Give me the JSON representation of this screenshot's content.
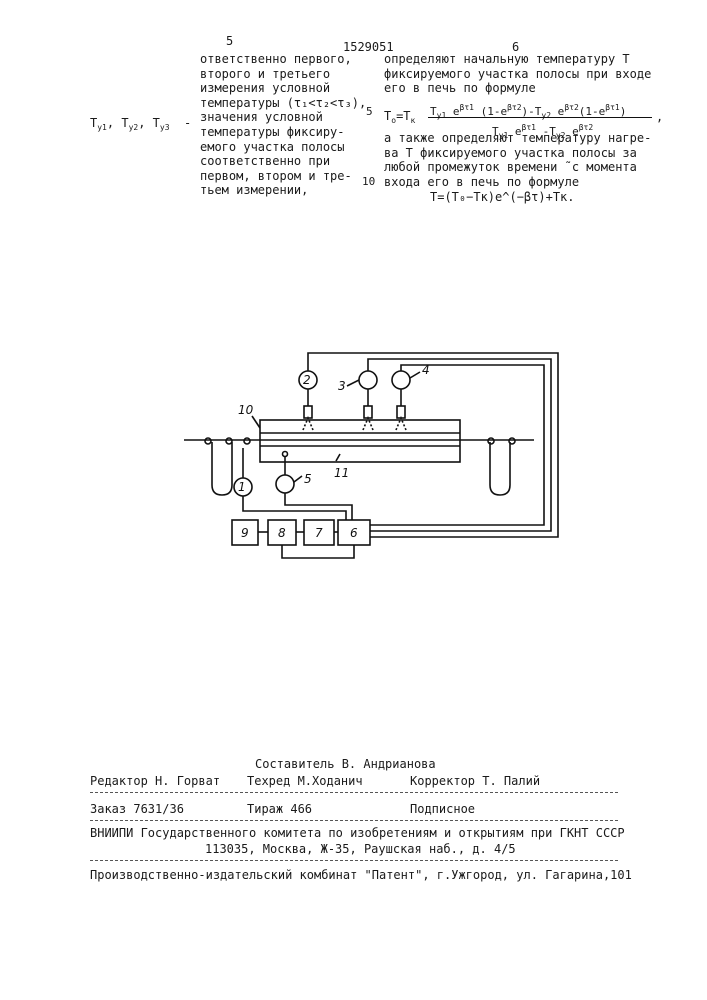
{
  "header": {
    "page_left": "5",
    "patent_no": "1529051",
    "page_right": "6"
  },
  "left_column": {
    "lines": [
      "ответственно первого,",
      "второго и третьего",
      "измерения условной",
      "температуры (τ₁<τ₂<τ₃),",
      "значения условной",
      "температуры фиксиру-",
      "емого участка полосы",
      "соответственно при",
      "первом, втором и тре-",
      "тьем измерении,"
    ],
    "symbol_label": "Т",
    "line_no_5": "5",
    "line_no_10": "10"
  },
  "right_column": {
    "intro_lines": [
      "определяют начальную температуру Т",
      "фиксируемого участка полосы при входе",
      "его в печь по формуле"
    ],
    "after_lines": [
      "а также определяют температуру нагре-",
      "ва Т фиксируемого участка полосы за",
      "любой промежуток времени ̃ с момента",
      "входа его в печь по формуле"
    ],
    "formula_T": "T=(T₀−Tк)e^(−βτ)+Tк."
  },
  "diagram": {
    "labels": [
      "1",
      "2",
      "3",
      "4",
      "5",
      "6",
      "7",
      "8",
      "9",
      "10",
      "11"
    ]
  },
  "imprint": {
    "compiler": "Составитель В. Андрианова",
    "editor": "Редактор Н. Горват",
    "techred": "Техред М.Ходанич",
    "corrector": "Корректор Т. Палий",
    "order": "Заказ 7631/36",
    "circulation": "Тираж 466",
    "subscription": "Подписное",
    "vniipi": "ВНИИПИ Государственного комитета по изобретениям и открытиям при ГКНТ СССР",
    "address": "113035, Москва, Ж-35, Раушская наб., д. 4/5",
    "publisher": "Производственно-издательский комбинат \"Патент\", г.Ужгород, ул. Гагарина,101"
  }
}
